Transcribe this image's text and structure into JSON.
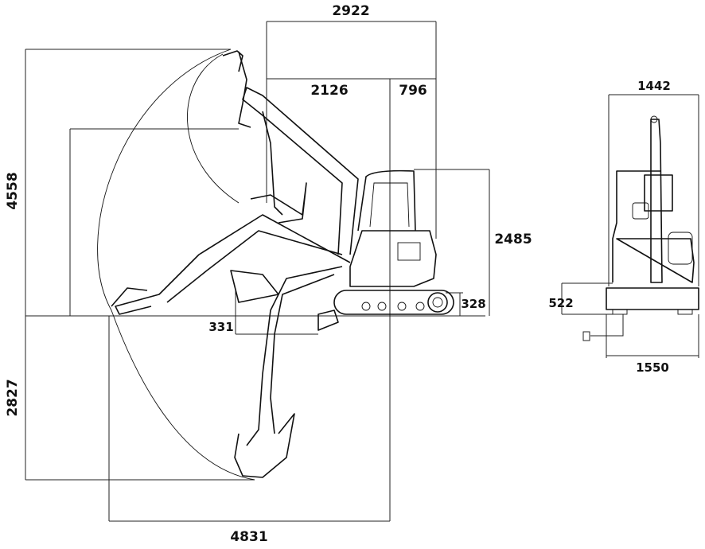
{
  "title": "Excavator dimensions diagram",
  "side_view": {
    "max_dig_height": "4558",
    "max_dig_depth": "2827",
    "max_reach": "4831",
    "tail_total": "2922",
    "front_to_center": "2126",
    "tail_swing": "796",
    "cab_height": "2485",
    "track_height": "328",
    "blade_depth": "331"
  },
  "front_view": {
    "cab_width": "1442",
    "blade_height": "522",
    "track_width": "1550"
  },
  "colors": {
    "line": "#111111",
    "background": "#ffffff"
  }
}
